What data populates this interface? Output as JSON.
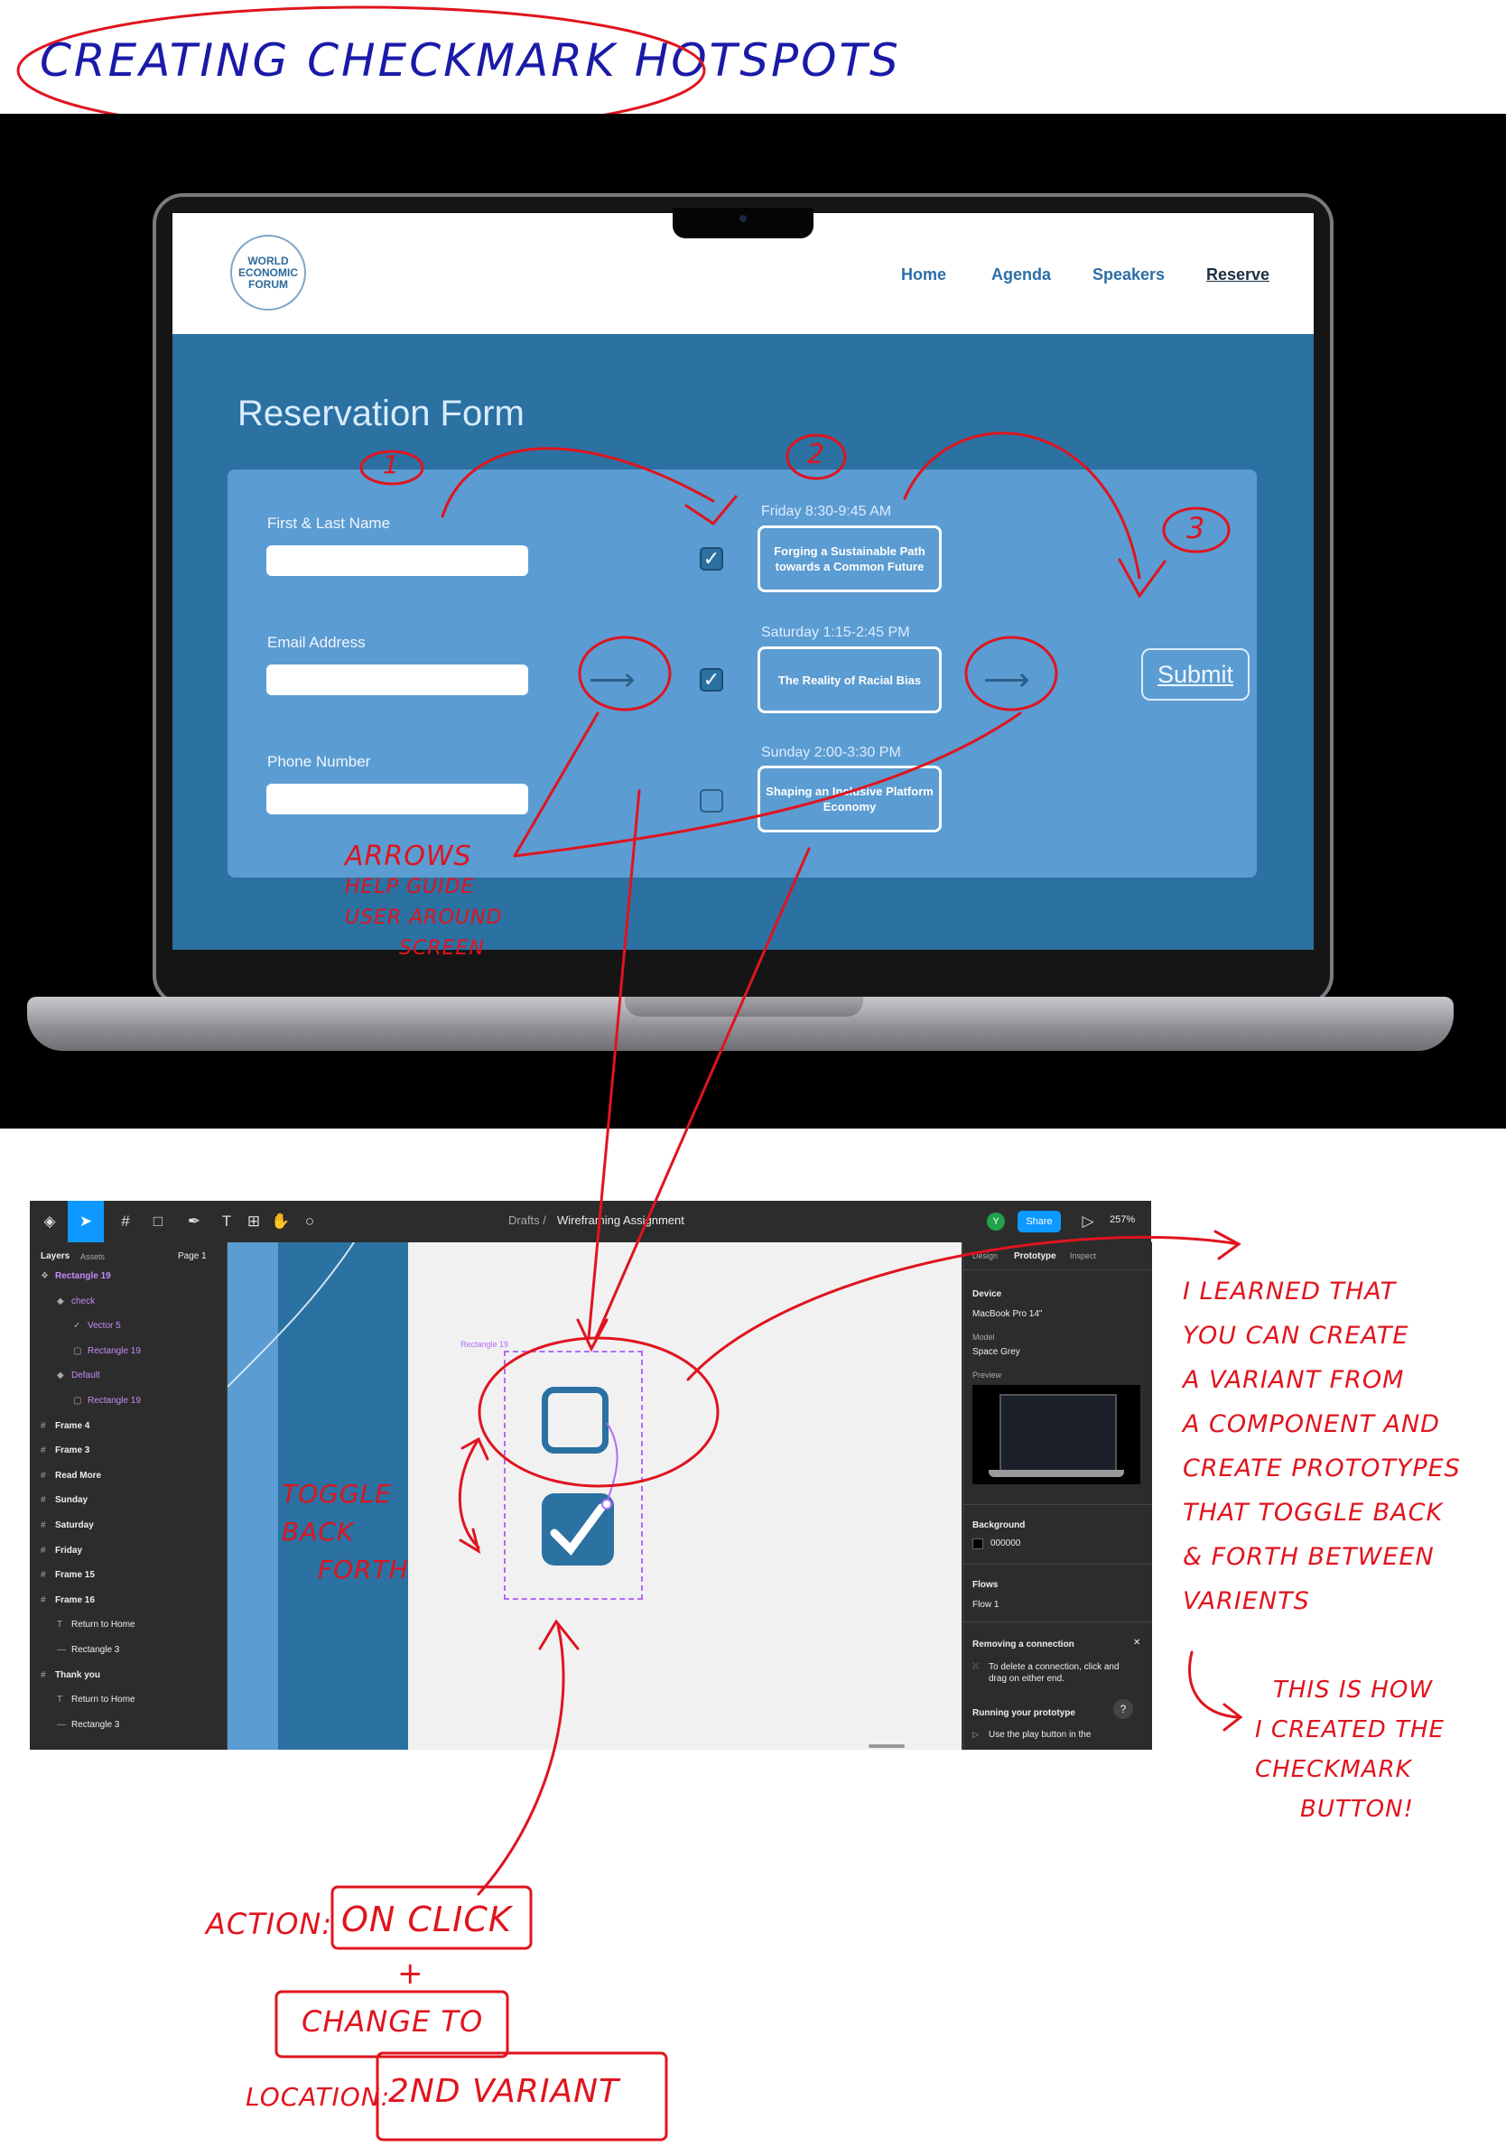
{
  "title": "CREATING CHECKMARK HOTSPOTS",
  "website": {
    "logo": [
      "WORLD",
      "ECONOMIC",
      "FORUM"
    ],
    "nav": [
      "Home",
      "Agenda",
      "Speakers",
      "Reserve"
    ],
    "form_title": "Reservation Form",
    "fields": [
      "First & Last Name",
      "Email Address",
      "Phone Number"
    ],
    "sessions": [
      {
        "time": "Friday 8:30-9:45 AM",
        "title": "Forging a Sustainable Path towards a Common Future",
        "checked": true
      },
      {
        "time": "Saturday 1:15-2:45 PM",
        "title": "The Reality of Racial Bias",
        "checked": true
      },
      {
        "time": "Sunday 2:00-3:30 PM",
        "title": "Shaping an Inclusive Platform Economy",
        "checked": false
      }
    ],
    "arrow_glyph": "⟶",
    "submit": "Submit"
  },
  "annotations": {
    "step1": "1",
    "step2": "2",
    "step3": "3",
    "arrows_note": [
      "ARROWS",
      "HELP GUIDE",
      "USER AROUND",
      "SCREEN"
    ],
    "toggle_note": [
      "TOGGLE",
      "BACK",
      "FORTH"
    ],
    "learned_note": [
      "I LEARNED THAT",
      "YOU CAN CREATE",
      "A VARIANT FROM",
      "A COMPONENT AND",
      "CREATE PROTOTYPES",
      "THAT TOGGLE BACK",
      "& FORTH BETWEEN",
      "VARIENTS"
    ],
    "how_note": [
      "THIS IS HOW",
      "I CREATED THE",
      "CHECKMARK",
      "BUTTON!"
    ],
    "action_label": "ACTION:",
    "action_value": "ON CLICK",
    "plus": "+",
    "change_to": "CHANGE TO",
    "location_label": "LOCATION:",
    "location_value": "2ND VARIANT",
    "accent_color": "#e0141e"
  },
  "figma": {
    "breadcrumb": "Drafts",
    "separator": "/",
    "file_name": "Wireframing Assignment",
    "avatar": "Y",
    "share": "Share",
    "zoom": "257%",
    "tabs": [
      "Layers",
      "Assets"
    ],
    "page": "Page 1",
    "layers": [
      {
        "name": "Rectangle 19",
        "depth": 0,
        "icon": "component-icon",
        "color": "#c58cf7"
      },
      {
        "name": "check",
        "depth": 1,
        "icon": "variant-icon",
        "color": "#c58cf7"
      },
      {
        "name": "Vector 5",
        "depth": 2,
        "icon": "vector-icon",
        "color": "#c58cf7"
      },
      {
        "name": "Rectangle 19",
        "depth": 2,
        "icon": "rectangle-icon",
        "color": "#c58cf7"
      },
      {
        "name": "Default",
        "depth": 1,
        "icon": "variant-icon",
        "color": "#c58cf7"
      },
      {
        "name": "Rectangle 19",
        "depth": 2,
        "icon": "rectangle-icon",
        "color": "#c58cf7"
      },
      {
        "name": "Frame 4",
        "depth": 0,
        "icon": "frame-icon",
        "color": "#eeeeee"
      },
      {
        "name": "Frame 3",
        "depth": 0,
        "icon": "frame-icon",
        "color": "#eeeeee"
      },
      {
        "name": "Read More",
        "depth": 0,
        "icon": "frame-icon",
        "color": "#eeeeee"
      },
      {
        "name": "Sunday",
        "depth": 0,
        "icon": "frame-icon",
        "color": "#eeeeee"
      },
      {
        "name": "Saturday",
        "depth": 0,
        "icon": "frame-icon",
        "color": "#eeeeee"
      },
      {
        "name": "Friday",
        "depth": 0,
        "icon": "frame-icon",
        "color": "#eeeeee"
      },
      {
        "name": "Frame 15",
        "depth": 0,
        "icon": "frame-icon",
        "color": "#eeeeee"
      },
      {
        "name": "Frame 16",
        "depth": 0,
        "icon": "frame-icon",
        "color": "#eeeeee"
      },
      {
        "name": "Return to Home",
        "depth": 1,
        "icon": "text-icon",
        "color": "#eeeeee"
      },
      {
        "name": "Rectangle 3",
        "depth": 1,
        "icon": "line-icon",
        "color": "#eeeeee"
      },
      {
        "name": "Thank you",
        "depth": 0,
        "icon": "frame-icon",
        "color": "#eeeeee"
      },
      {
        "name": "Return to Home",
        "depth": 1,
        "icon": "text-icon",
        "color": "#eeeeee"
      },
      {
        "name": "Rectangle 3",
        "depth": 1,
        "icon": "line-icon",
        "color": "#eeeeee"
      }
    ],
    "canvas_label": "Rectangle 19",
    "props_tabs": [
      "Design",
      "Prototype",
      "Inspect"
    ],
    "device_heading": "Device",
    "device_value": "MacBook Pro 14\"",
    "model_label": "Model",
    "model_value": "Space Grey",
    "preview_label": "Preview",
    "background_heading": "Background",
    "background_value": "000000",
    "flows_heading": "Flows",
    "flows_value": "Flow 1",
    "removing_heading": "Removing a connection",
    "removing_text": "To delete a connection, click and drag on either end.",
    "running_heading": "Running your prototype",
    "running_text": "Use the play button in the",
    "help": "?"
  }
}
